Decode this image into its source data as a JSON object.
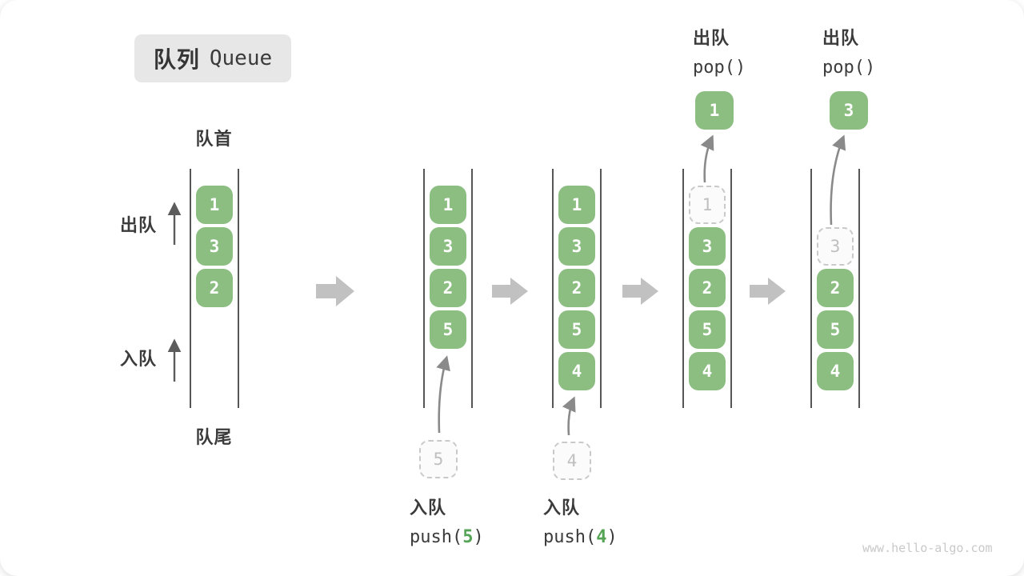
{
  "title": {
    "zh": "队列",
    "en": "Queue"
  },
  "labels": {
    "front": "队首",
    "rear": "队尾",
    "dequeue_side": "出队",
    "enqueue_side": "入队"
  },
  "colors": {
    "box_green": "#8cbe82",
    "arg_green": "#55a455",
    "title_bg": "#e7e7e7",
    "dark_text": "#3b3b3b",
    "queue_line": "#565656",
    "ghost_border": "#c9c9c9",
    "block_arrow": "#c1c1c1",
    "curve_arrow": "#8a8a8a"
  },
  "queues": [
    {
      "items": [
        "1",
        "3",
        "2"
      ]
    },
    {
      "items": [
        "1",
        "3",
        "2",
        "5"
      ],
      "incoming": "5",
      "op_zh": "入队",
      "op_pre": "push(",
      "op_arg": "5",
      "op_post": ")"
    },
    {
      "items": [
        "1",
        "3",
        "2",
        "5",
        "4"
      ],
      "incoming": "4",
      "op_zh": "入队",
      "op_pre": "push(",
      "op_arg": "4",
      "op_post": ")"
    },
    {
      "dashed": "1",
      "items": [
        "3",
        "2",
        "5",
        "4"
      ],
      "popped": "1",
      "op_zh": "出队",
      "op_code": "pop()"
    },
    {
      "dashed": "3",
      "items": [
        "2",
        "5",
        "4"
      ],
      "popped": "3",
      "op_zh": "出队",
      "op_code": "pop()"
    }
  ],
  "watermark": "www.hello-algo.com"
}
